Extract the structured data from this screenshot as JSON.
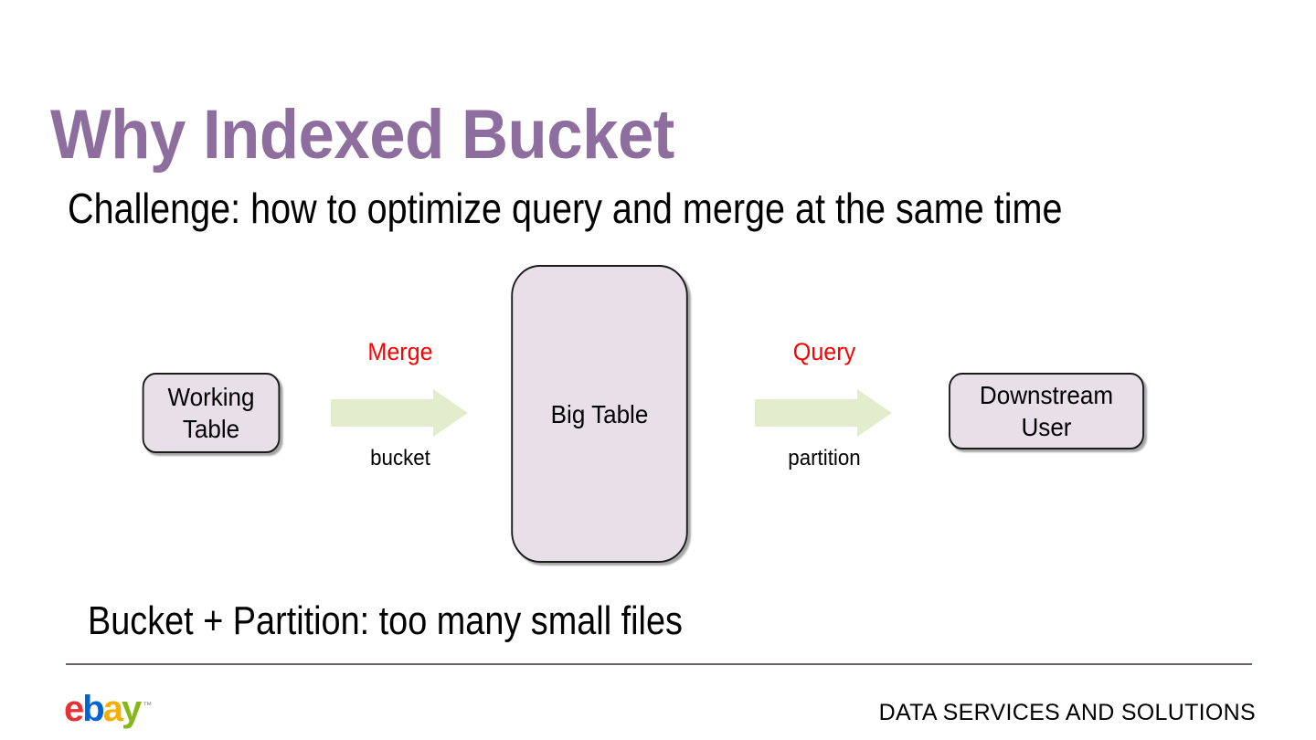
{
  "slide": {
    "title": "Why Indexed Bucket",
    "challenge": "Challenge: how to optimize query and merge at the same time",
    "conclusion": "Bucket + Partition: too many small files"
  },
  "diagram": {
    "nodes": [
      {
        "id": "working-table",
        "label": "Working\nTable"
      },
      {
        "id": "big-table",
        "label": "Big Table"
      },
      {
        "id": "downstream-user",
        "label": "Downstream\nUser"
      }
    ],
    "arrows": [
      {
        "id": "merge",
        "top_label": "Merge",
        "bottom_label": "bucket",
        "from": "working-table",
        "to": "big-table"
      },
      {
        "id": "query",
        "top_label": "Query",
        "bottom_label": "partition",
        "from": "big-table",
        "to": "downstream-user"
      }
    ]
  },
  "footer": {
    "logo": {
      "letters": [
        "e",
        "b",
        "a",
        "y"
      ],
      "trademark": "™"
    },
    "org": "DATA SERVICES AND SOLUTIONS"
  },
  "colors": {
    "title_purple": "#8d6e9e",
    "node_fill": "#e8dfe8",
    "node_border": "#1a1a1a",
    "arrow_fill": "#e3edcd",
    "arrow_label": "#ff0000",
    "rule": "#6b6163",
    "ebay_e": "#e53238",
    "ebay_b": "#0064d2",
    "ebay_a": "#f5af02",
    "ebay_y": "#86b817"
  }
}
